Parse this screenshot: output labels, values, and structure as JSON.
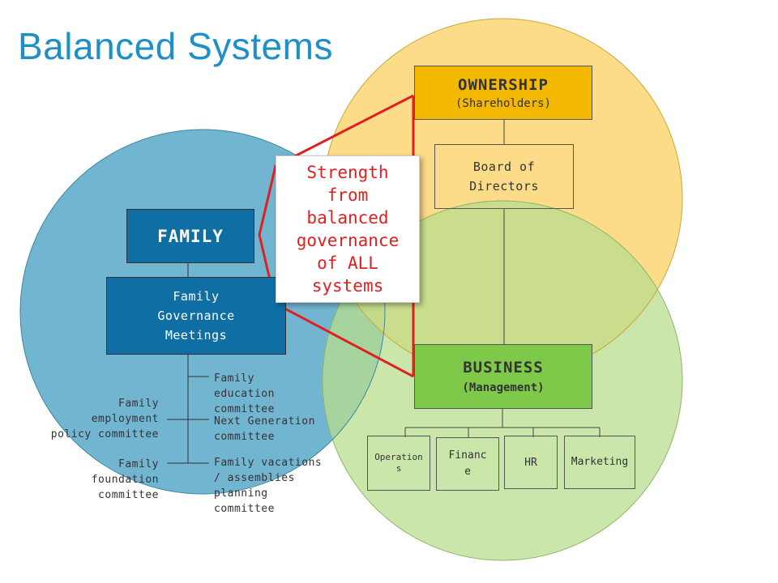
{
  "title": "Balanced Systems",
  "colors": {
    "title": "#1f8fc7",
    "family_circle": "#4fa3c5",
    "ownership_circle": "#fbd46e",
    "business_circle": "#b9dd8d",
    "ownership_box": "#f5b800",
    "business_box": "#7ec84a",
    "family_box": "#0f6fa4",
    "callout_text": "#e02020",
    "callout_lines": "#e02020"
  },
  "ownership": {
    "title": "OWNERSHIP",
    "subtitle": "(Shareholders)"
  },
  "board": {
    "label": "Board of\nDirectors"
  },
  "business": {
    "title": "BUSINESS",
    "subtitle": "(Management)"
  },
  "departments": [
    "Operations",
    "Finance",
    "HR",
    "Marketing"
  ],
  "family": {
    "title": "FAMILY",
    "governance": "Family\nGovernance\nMeetings"
  },
  "family_committees_right": [
    "Family\neducation\ncommittee",
    "Next Generation\ncommittee",
    "Family vacations\n/ assemblies\nplanning\ncommittee"
  ],
  "family_committees_left": [
    "Family\nemployment\npolicy committee",
    "Family\nfoundation\ncommittee"
  ],
  "callout": "Strength\nfrom\nbalanced\ngovernance\nof ALL\nsystems"
}
